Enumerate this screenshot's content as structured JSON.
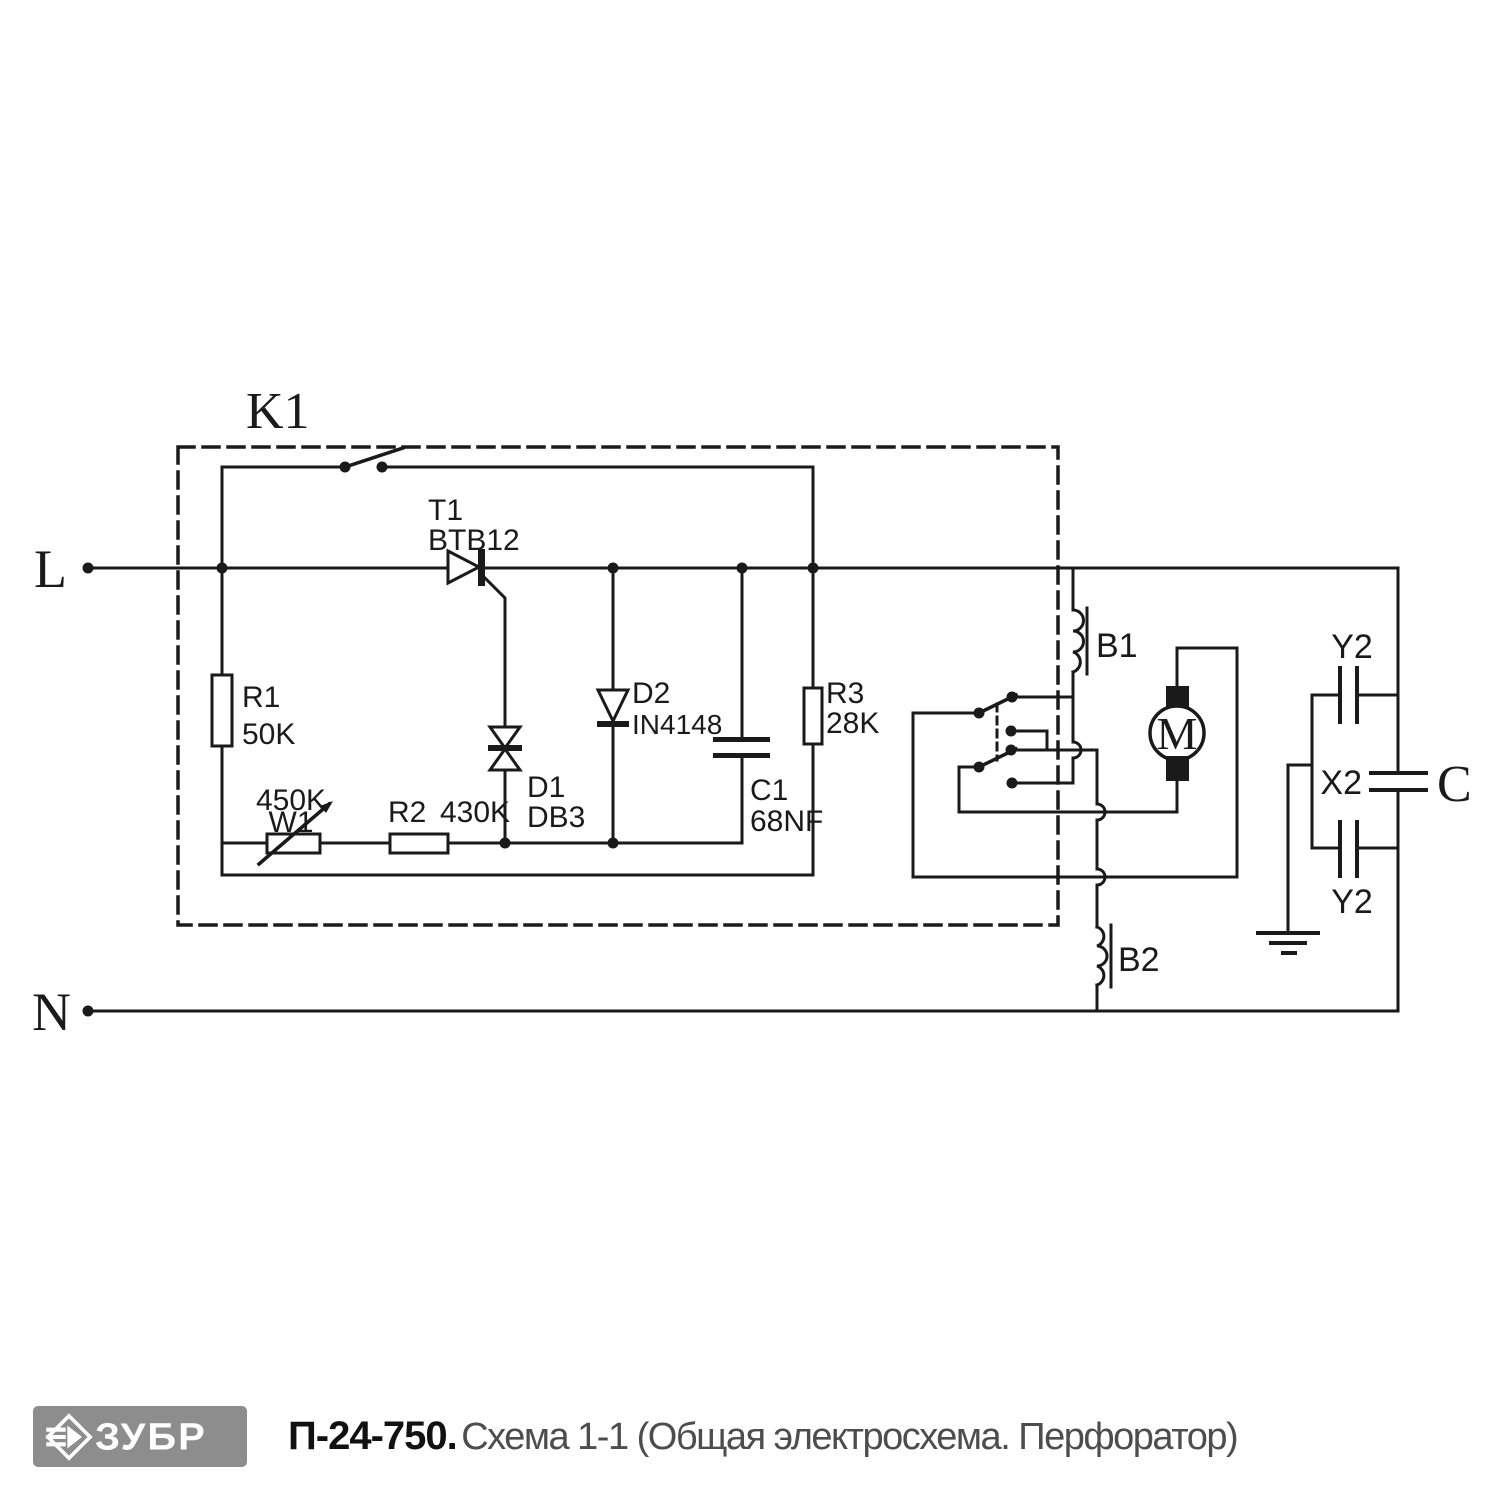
{
  "schematic": {
    "power_terminals": {
      "line": "L",
      "neutral": "N"
    },
    "module_label": "K1",
    "components": {
      "t1": {
        "ref": "T1",
        "value": "BTB12"
      },
      "r1": {
        "ref": "R1",
        "value": "50K"
      },
      "w1": {
        "ref": "W1",
        "value": "450K"
      },
      "r2": {
        "ref": "R2",
        "value": "430K"
      },
      "d1": {
        "ref": "D1",
        "value": "DB3"
      },
      "d2": {
        "ref": "D2",
        "value": "IN4148"
      },
      "c1": {
        "ref": "C1",
        "value": "68NF"
      },
      "r3": {
        "ref": "R3",
        "value": "28K"
      },
      "b1": {
        "ref": "B1"
      },
      "b2": {
        "ref": "B2"
      },
      "motor": {
        "ref": "M"
      },
      "cap_y2_top": {
        "ref": "Y2"
      },
      "cap_x2": {
        "ref": "X2",
        "designator": "C"
      },
      "cap_y2_bottom": {
        "ref": "Y2"
      }
    }
  },
  "footer": {
    "brand": "ЗУБР",
    "model": "П-24-750.",
    "caption": "Схема 1-1 (Общая электросхема. Перфоратор)"
  },
  "colors": {
    "line": "#1a1a1a",
    "logo_bg": "#8d8d8d",
    "caption_text": "#4d4d4d"
  }
}
